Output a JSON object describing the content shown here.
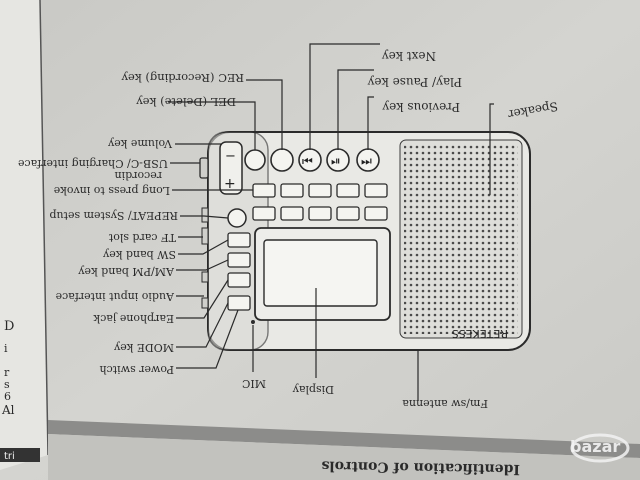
{
  "labels": {
    "next_key": "Next key",
    "play_pause_key": "Play/ Pause key",
    "previous_key": "Previous key",
    "rec_key": "REC (Recording) key",
    "del_key": "DEL (Delete) key",
    "speaker": "Speaker",
    "volume_key": "Volume key",
    "usbc_charging": "USB-C/ Charging interface",
    "recording_line": "recordin",
    "long_press": "Long press to invoke",
    "repeat_setup": "REPEAT/ System setup",
    "tf_card": "TF card slot",
    "sw_band": "SW band key",
    "ampm_band": "AM/PM band key",
    "audio_input": "Audio input interface",
    "earphone_jack": "Earphone jack",
    "mode_key": "MODE key",
    "power_switch": "Power switch",
    "mic": "MIC",
    "display": "Display",
    "antenna": "Fm/sw antenna",
    "brand": "RETEKESS",
    "footer_title": "Identification of Controls",
    "watermark": "bazar",
    "margin_letters": [
      "D",
      "Al",
      "r",
      "s",
      "6",
      "i",
      "tri"
    ]
  },
  "icons": {
    "next": "next-track-icon",
    "play_pause": "play-pause-icon",
    "previous": "previous-track-icon",
    "volume_plus": "plus-icon",
    "volume_minus": "minus-icon"
  },
  "colors": {
    "paper": "#cfcfcb",
    "ink": "#2a2a2a",
    "footer_band": "#8c8c8a",
    "grille": "#555555"
  }
}
